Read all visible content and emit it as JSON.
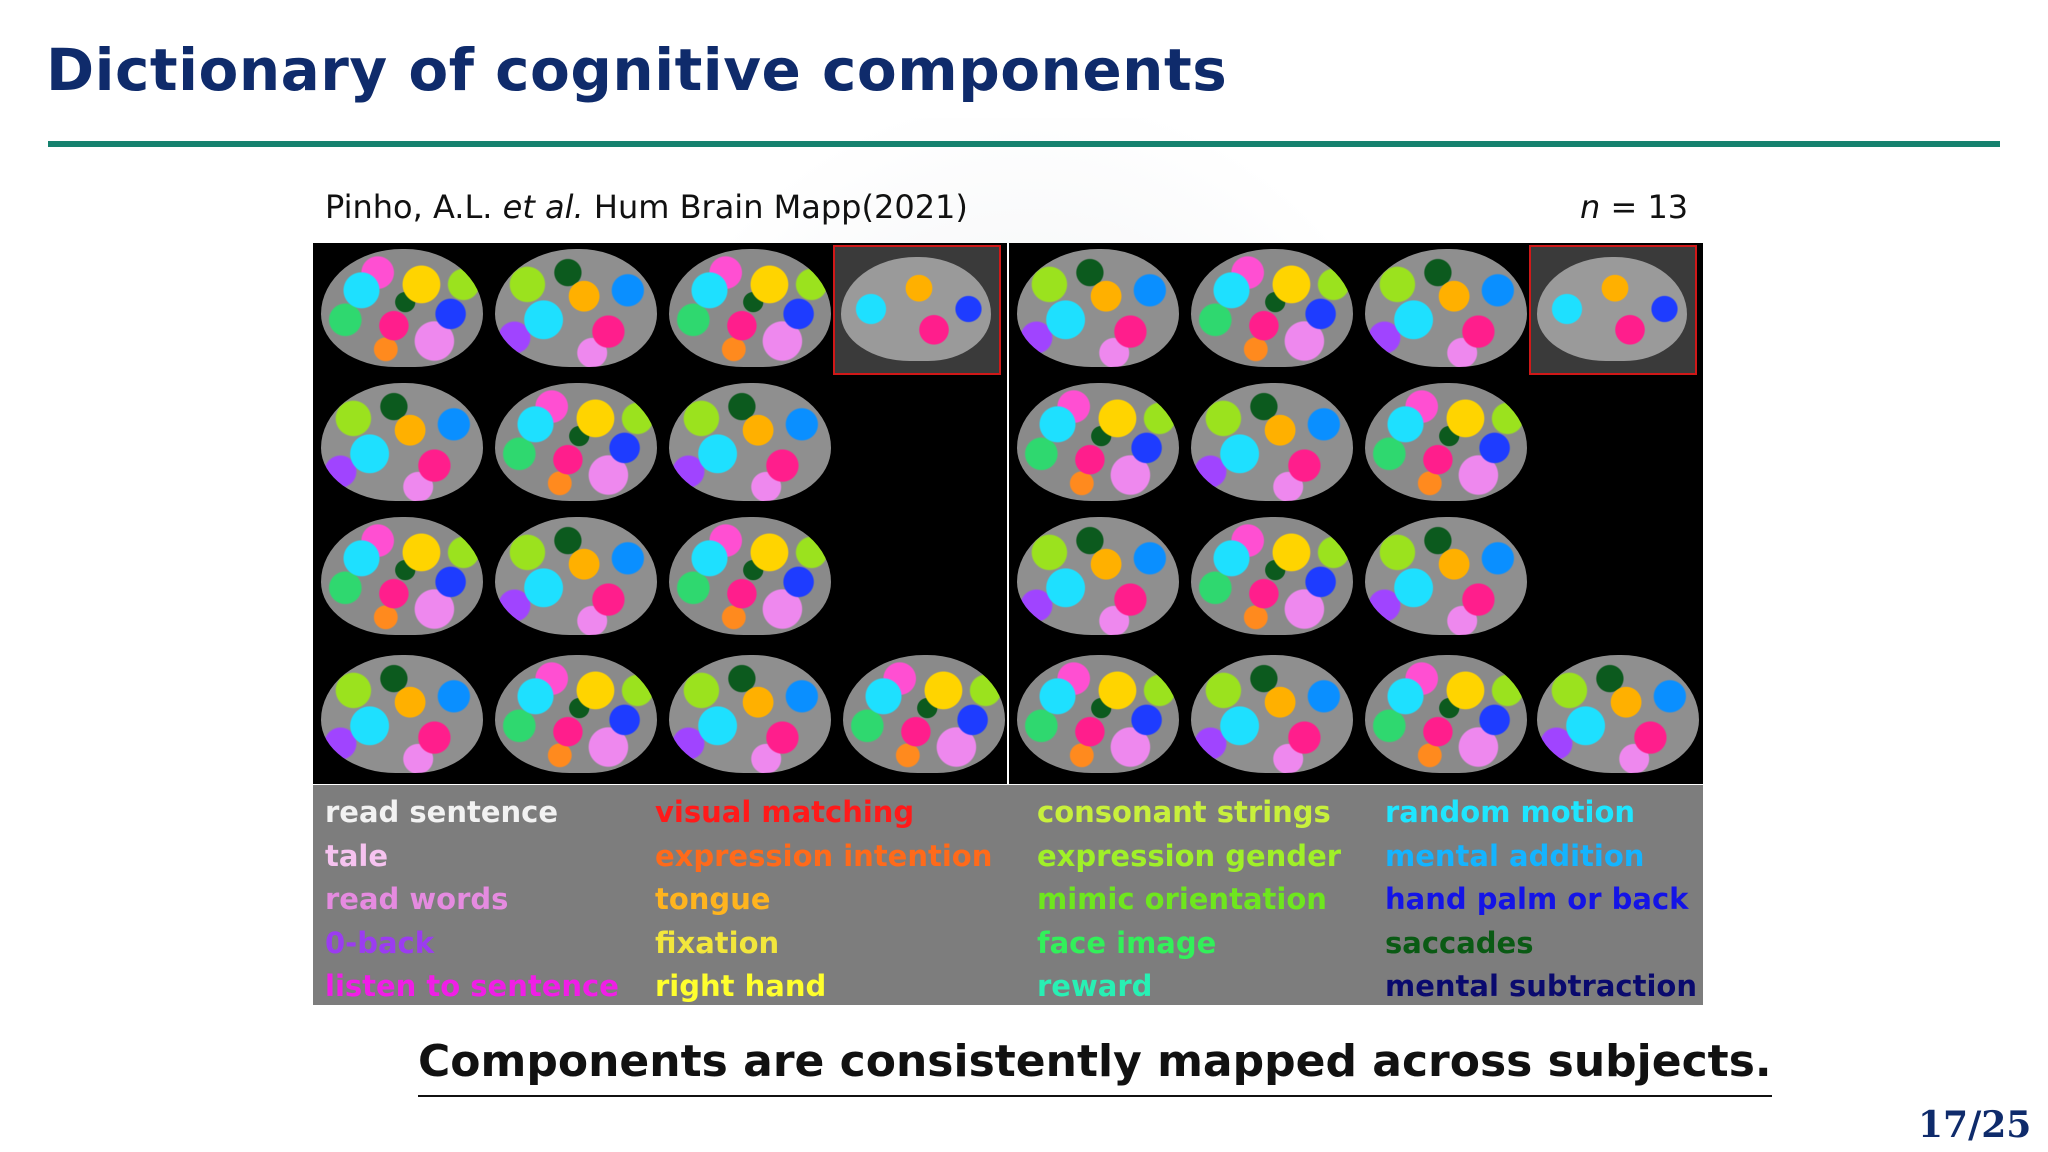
{
  "slide": {
    "title": "Dictionary of cognitive components",
    "citation_authors": "Pinho, A.L.",
    "citation_etal": "et al.",
    "citation_journal": "Hum Brain Mapp(2021)",
    "n_var": "n",
    "n_rest": " = 13",
    "conclusion": "Components are consistently mapped across subjects.",
    "page_number": "17/25"
  },
  "legend": {
    "columns": [
      [
        {
          "label": "read sentence",
          "color": "#f2f2f2"
        },
        {
          "label": "tale",
          "color": "#f6c3f0"
        },
        {
          "label": "read words",
          "color": "#e58be0"
        },
        {
          "label": "0-back",
          "color": "#9b3cf0"
        },
        {
          "label": "listen to sentence",
          "color": "#f01ee6"
        }
      ],
      [
        {
          "label": "visual matching",
          "color": "#ff1a1a"
        },
        {
          "label": "expression intention",
          "color": "#ff6a1a"
        },
        {
          "label": "tongue",
          "color": "#ffb41e"
        },
        {
          "label": "fixation",
          "color": "#f2e63c"
        },
        {
          "label": "right hand",
          "color": "#ffff2e"
        }
      ],
      [
        {
          "label": "consonant strings",
          "color": "#c8f03c"
        },
        {
          "label": "expression gender",
          "color": "#a0f028"
        },
        {
          "label": "mimic orientation",
          "color": "#6ee61e"
        },
        {
          "label": "face image",
          "color": "#32f05a"
        },
        {
          "label": "reward",
          "color": "#28f0b4"
        }
      ],
      [
        {
          "label": "random motion",
          "color": "#1ee6ff"
        },
        {
          "label": "mental addition",
          "color": "#14b4ff"
        },
        {
          "label": "hand palm or back",
          "color": "#1414e6"
        },
        {
          "label": "saccades",
          "color": "#0a5a14"
        },
        {
          "label": "mental subtraction",
          "color": "#0a0a6e"
        }
      ]
    ]
  }
}
